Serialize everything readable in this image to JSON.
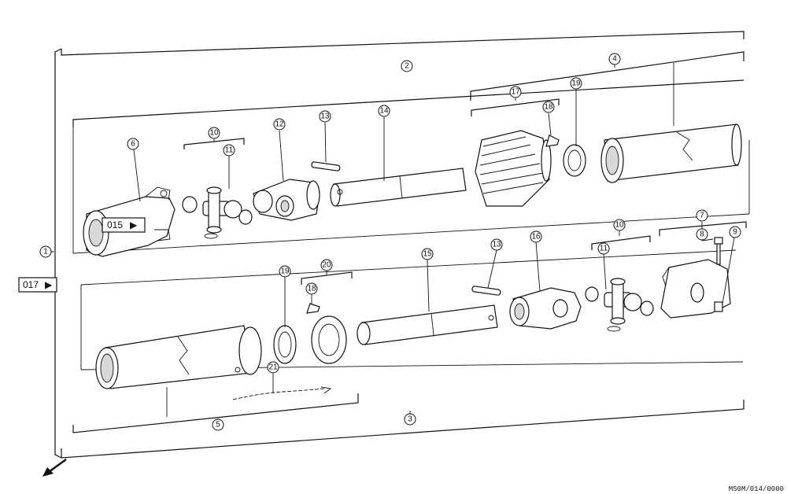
{
  "diagram": {
    "callouts": [
      "1",
      "2",
      "3",
      "4",
      "5",
      "6",
      "7",
      "8",
      "9",
      "10",
      "10",
      "11",
      "11",
      "12",
      "13",
      "13",
      "14",
      "15",
      "16",
      "17",
      "18",
      "18",
      "19",
      "19",
      "20",
      "21"
    ],
    "ref_boxes": [
      {
        "number": "015",
        "marker": "▶"
      },
      {
        "number": "017",
        "marker": "▶"
      }
    ],
    "footer_code": "MS0M/014/0000"
  }
}
